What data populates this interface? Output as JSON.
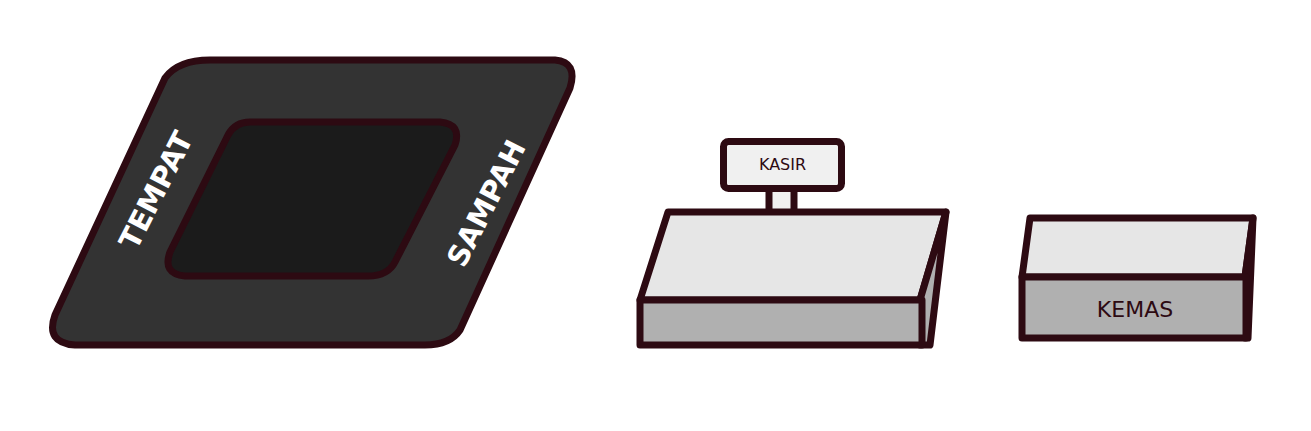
{
  "diagram": {
    "nodes": [
      {
        "text": [
          "TEMPAT",
          "SAMPAH"
        ]
      },
      {
        "text": [
          "KASIR"
        ]
      },
      {
        "text": [
          "KEMAS"
        ]
      }
    ]
  }
}
